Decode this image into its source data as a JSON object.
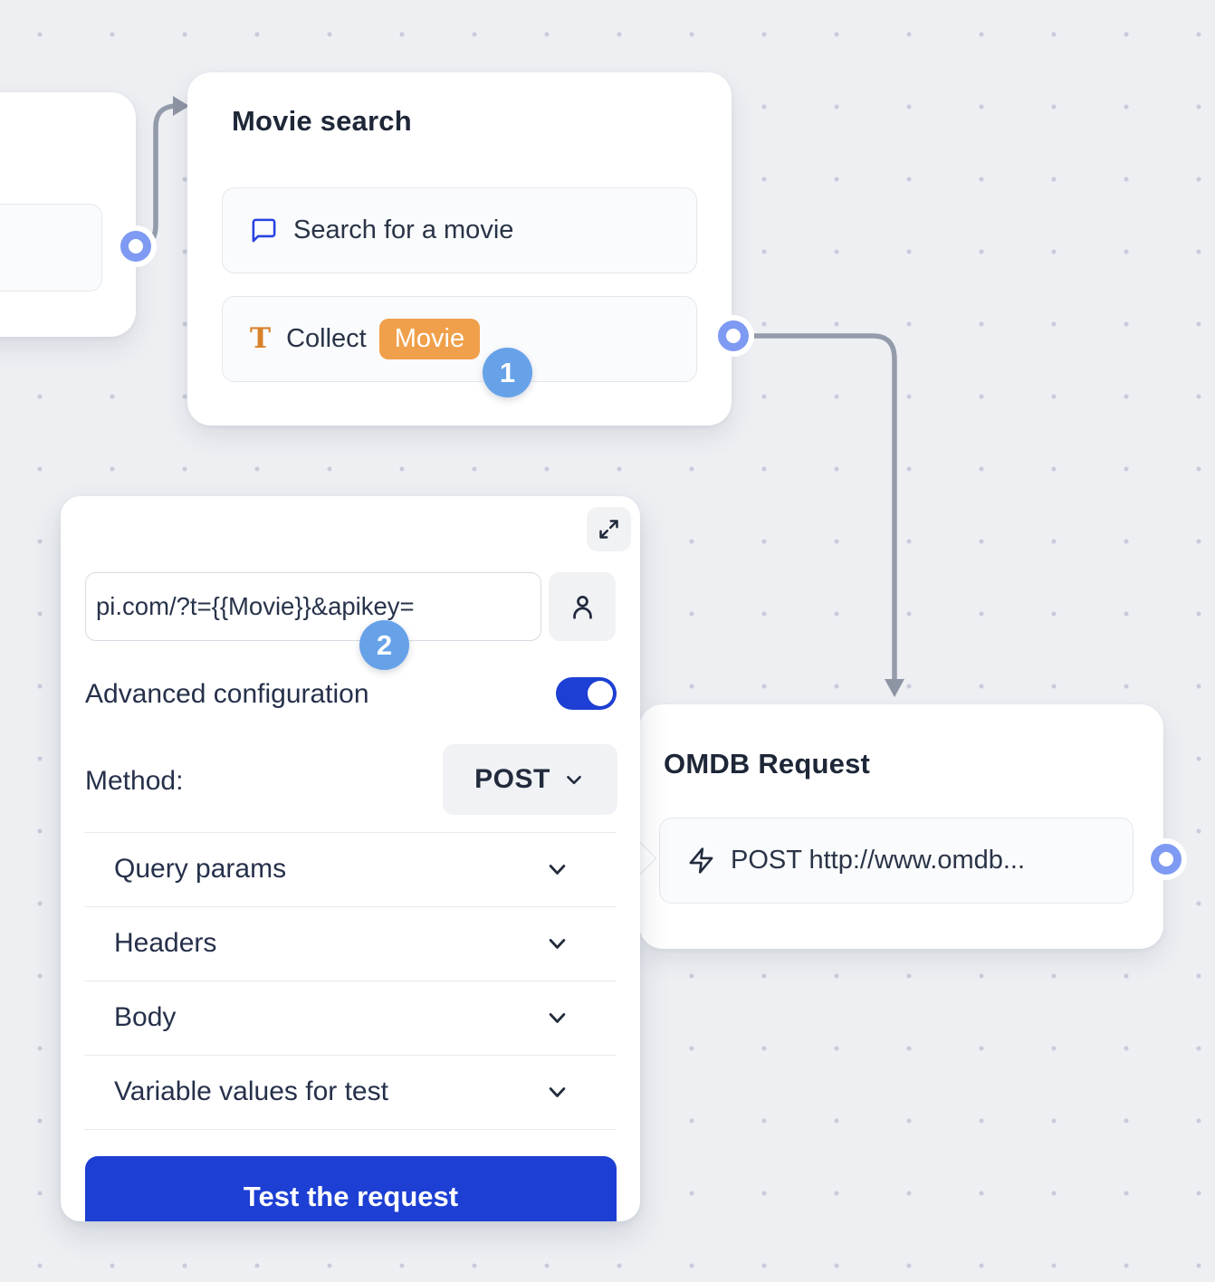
{
  "canvas": {
    "background_color": "#edeff3",
    "dot_color": "#c7ccda"
  },
  "colors": {
    "accent_blue": "#1d3fd3",
    "port_blue": "#7e9af3",
    "step_badge_blue": "#67a2e9",
    "variable_orange": "#f0a04a",
    "connector_gray": "#949bab",
    "text_dark": "#222b3d"
  },
  "nodes": {
    "movie_search": {
      "title": "Movie search",
      "step_badge": "1",
      "items": [
        {
          "icon": "chat-bubble-icon",
          "label": "Search for a movie"
        },
        {
          "icon": "text-input-icon",
          "label": "Collect",
          "variable_badge": "Movie"
        }
      ]
    },
    "omdb_request": {
      "title": "OMDB Request",
      "items": [
        {
          "icon": "lightning-icon",
          "label": "POST http://www.omdb..."
        }
      ]
    }
  },
  "panel": {
    "step_badge": "2",
    "url_input": {
      "value": "pi.com/?t={{Movie}}&apikey="
    },
    "advanced_configuration_label": "Advanced configuration",
    "advanced_configuration_on": true,
    "method_label": "Method:",
    "method_value": "POST",
    "sections": [
      {
        "label": "Query params"
      },
      {
        "label": "Headers"
      },
      {
        "label": "Body"
      },
      {
        "label": "Variable values for test"
      }
    ],
    "test_button_label": "Test the request"
  }
}
